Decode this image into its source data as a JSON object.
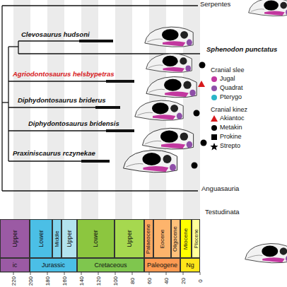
{
  "diagram": {
    "nodes": [
      {
        "text": [
          "Upper"
        ]
      },
      {
        "text": [
          "Lower"
        ]
      },
      {
        "text": [
          "Middle"
        ]
      },
      {
        "text": [
          "Upper"
        ]
      },
      {
        "text": [
          "Lower"
        ]
      },
      {
        "text": [
          "Upper"
        ]
      },
      {
        "text": [
          "Palaeocene"
        ]
      },
      {
        "text": [
          "Eocene"
        ]
      },
      {
        "text": [
          "Oligocene"
        ]
      },
      {
        "text": [
          "Miocene"
        ]
      },
      {
        "text": [
          "Pliocene"
        ]
      },
      {
        "text": [
          "ic"
        ]
      },
      {
        "text": [
          "Jurassic"
        ]
      },
      {
        "text": [
          "Cretaceous"
        ]
      },
      {
        "text": [
          "Paleogene"
        ]
      },
      {
        "text": [
          "Ng"
        ]
      }
    ],
    "labels": [
      "Serpentes",
      "Clevosaurus hudsoni",
      "Sphenodon punctatus",
      "Agriodontosaurus helsbypetras",
      "Diphydontosaurus briderus",
      "Diphydontosaurus bridensis",
      "Praxiniscaurus rczynekae",
      "Anguasauria",
      "Testudinata",
      "Cranial slee",
      "Cranial kinez",
      "220",
      "200",
      "180",
      "160",
      "140",
      "120",
      "100",
      "80",
      "60",
      "40",
      "20",
      "0"
    ],
    "legend": [
      {
        "text": "Jugal",
        "color": "#c2379f"
      },
      {
        "text": "Quadrat",
        "color": "#8e4fa8"
      },
      {
        "text": "Pterygo",
        "color": "#2bb5c8"
      },
      {
        "text": "Akiantoc"
      },
      {
        "text": "Metakin"
      },
      {
        "text": "Prokine"
      },
      {
        "text": "Strepto"
      }
    ]
  }
}
